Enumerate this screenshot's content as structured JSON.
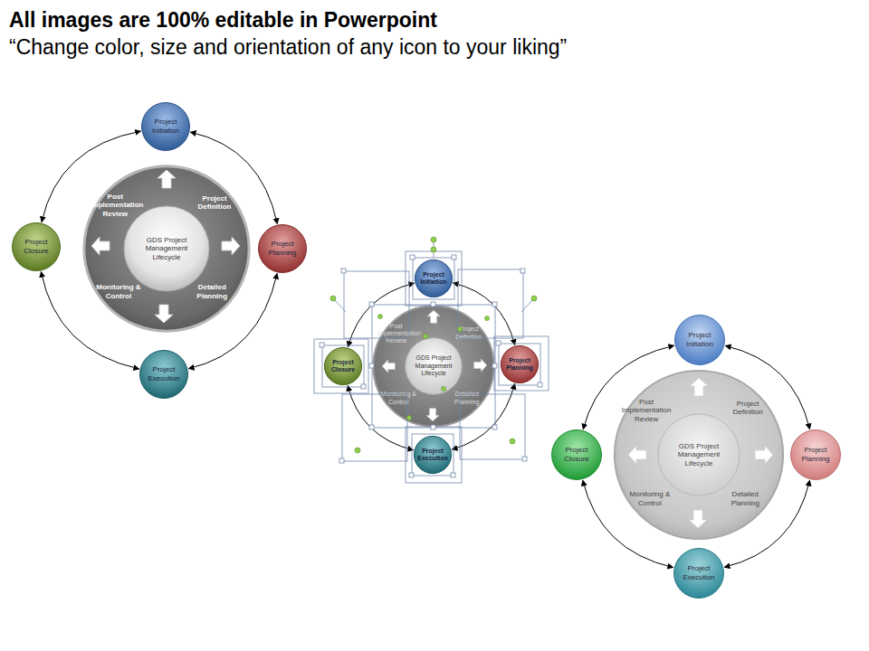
{
  "diagram": {
    "title": "All images are 100% editable in Powerpoint",
    "nodes": [
      {
        "text": [
          "Project Initiation"
        ]
      },
      {
        "text": [
          "Post Implementation Review",
          "Project Definition",
          "Monitoring & Control",
          "Detailed Planning"
        ]
      },
      {
        "text": [
          "GDS Project Management Lifecycle"
        ],
        "in": 1
      },
      {
        "text": [
          "Project Closure"
        ]
      },
      {
        "text": [
          "Project Planning"
        ]
      },
      {
        "text": [
          "Project Execution"
        ]
      },
      {
        "text": [
          "Project Initiation"
        ]
      },
      {
        "text": [
          "Post Implementation Review",
          "Project Definition",
          "Monitoring & Control",
          "Detailed Planning"
        ]
      },
      {
        "text": [
          "GDS Project Management Lifecycle"
        ],
        "in": 7
      },
      {
        "text": [
          "Project Closure"
        ]
      },
      {
        "text": [
          "Project Planning"
        ]
      },
      {
        "text": [
          "Project Execution"
        ]
      },
      {
        "text": [
          "Project Initiation"
        ]
      },
      {
        "text": [
          "Post Implementation Review",
          "Project Definition",
          "Monitoring & Control",
          "Detailed Planning"
        ]
      },
      {
        "text": [
          "GDS Project Management Lifecycle"
        ],
        "in": 13
      },
      {
        "text": [
          "Project Closure"
        ]
      },
      {
        "text": [
          "Project Planning"
        ]
      },
      {
        "text": [
          "Project Execution"
        ]
      }
    ],
    "edges": [
      {
        "from": 0,
        "to": 4,
        "arrow": "both"
      },
      {
        "from": 4,
        "to": 5,
        "arrow": "both"
      },
      {
        "from": 5,
        "to": 3,
        "arrow": "both"
      },
      {
        "from": 3,
        "to": 0,
        "arrow": "both"
      },
      {
        "from": 6,
        "to": 10,
        "arrow": "both"
      },
      {
        "from": 10,
        "to": 11,
        "arrow": "both"
      },
      {
        "from": 11,
        "to": 9,
        "arrow": "both"
      },
      {
        "from": 9,
        "to": 6,
        "arrow": "both"
      },
      {
        "from": 12,
        "to": 16,
        "arrow": "both"
      },
      {
        "from": 16,
        "to": 17,
        "arrow": "both"
      },
      {
        "from": 17,
        "to": 15,
        "arrow": "both"
      },
      {
        "from": 15,
        "to": 12,
        "arrow": "both"
      }
    ],
    "labels": [
      "“Change color, size and orientation of any icon to your liking”"
    ]
  }
}
